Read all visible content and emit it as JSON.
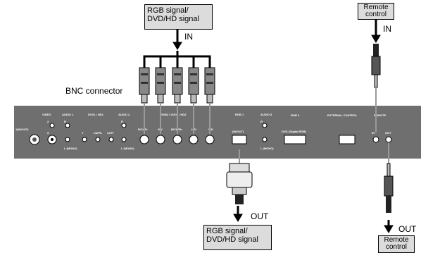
{
  "labels": {
    "rgb_in_box": [
      "RGB signal/",
      "DVD/HD signal"
    ],
    "rgb_out_box": [
      "RGB signal/",
      "DVD/HD signal"
    ],
    "remote_in_box": [
      "Remote",
      "control"
    ],
    "remote_out_box": [
      "Remote",
      "control"
    ],
    "in_rgb": "IN",
    "in_remote": "IN",
    "out_rgb": "OUT",
    "out_remote": "OUT",
    "bnc_connector": "BNC connector"
  },
  "panel": {
    "video": "VIDEO",
    "audio1": "AUDIO 1",
    "dvd_hd1": "DVD1 / HD1",
    "audio2": "AUDIO 2",
    "rgb2": "RGB2 / DVD2 / HD2",
    "rgb1": "RGB 1",
    "audio3": "AUDIO 3",
    "rgb3": "RGB 3",
    "external_control": "EXTERNAL CONTROL",
    "remote": "REMOTE",
    "in_out_1": "1(IN/OUT)",
    "num2a": "2",
    "num2b": "3",
    "r1": "R",
    "l1": "L (MONO)",
    "y": "Y",
    "cb_pb": "Cb/Pb",
    "cr_pr": "Cr/Pr",
    "r2": "R",
    "l2": "L (MONO)",
    "rc_pr": "R/Cr/Pr",
    "gy": "G/Y",
    "bcb_pb": "B/Cb/Pb",
    "hd": "H/D",
    "vd": "V/D",
    "rgb1_inout": "(IN/OUT)",
    "r3": "R",
    "l3": "L (MONO)",
    "dvi1": "DVI1 (Digital RGB)",
    "remote_in": "IN",
    "remote_out": "OUT"
  }
}
